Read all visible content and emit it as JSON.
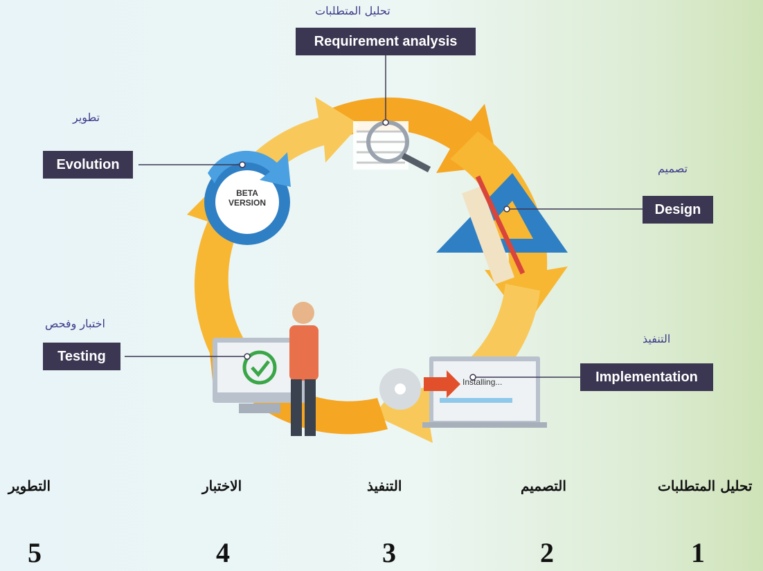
{
  "phases": {
    "requirement": {
      "en": "Requirement analysis",
      "ar": "تحليل المتطلبات"
    },
    "design": {
      "en": "Design",
      "ar": "تصميم"
    },
    "implementation": {
      "en": "Implementation",
      "ar": "التنفيذ"
    },
    "testing": {
      "en": "Testing",
      "ar": "اختبار وفحص"
    },
    "evolution": {
      "en": "Evolution",
      "ar": "تطوير"
    }
  },
  "graphics": {
    "beta_line1": "BETA",
    "beta_line2": "VERSION",
    "installing": "Installing..."
  },
  "stages": [
    {
      "num": "1",
      "name": "تحليل المتطلبات"
    },
    {
      "num": "2",
      "name": "التصميم"
    },
    {
      "num": "3",
      "name": "التنفيذ"
    },
    {
      "num": "4",
      "name": "الاختبار"
    },
    {
      "num": "5",
      "name": "التطوير"
    }
  ],
  "colors": {
    "label_bg": "#3b3651",
    "arrow_orange": "#f5a623",
    "arrow_light": "#f8c95a",
    "beta_blue": "#2f7fc4",
    "arabic_text": "#3b3b8a"
  }
}
